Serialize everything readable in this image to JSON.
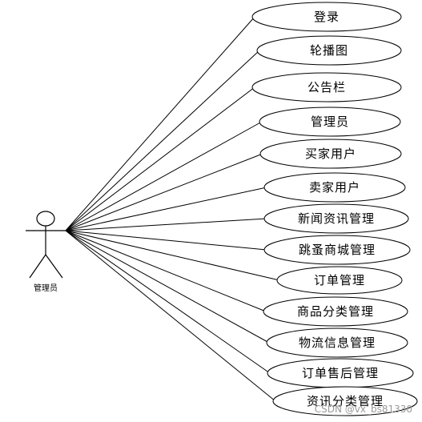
{
  "actor": {
    "label": "管理员"
  },
  "use_cases": [
    "登录",
    "轮播图",
    "公告栏",
    "管理员",
    "买家用户",
    "卖家用户",
    "新闻资讯管理",
    "跳蚤商城管理",
    "订单管理",
    "商品分类管理",
    "物流信息管理",
    "订单售后管理",
    "资讯分类管理"
  ],
  "watermark": "CSDN @vx_bs81330",
  "colors": {
    "stroke": "#000000",
    "background": "#ffffff",
    "watermark": "#9a9a9a"
  }
}
